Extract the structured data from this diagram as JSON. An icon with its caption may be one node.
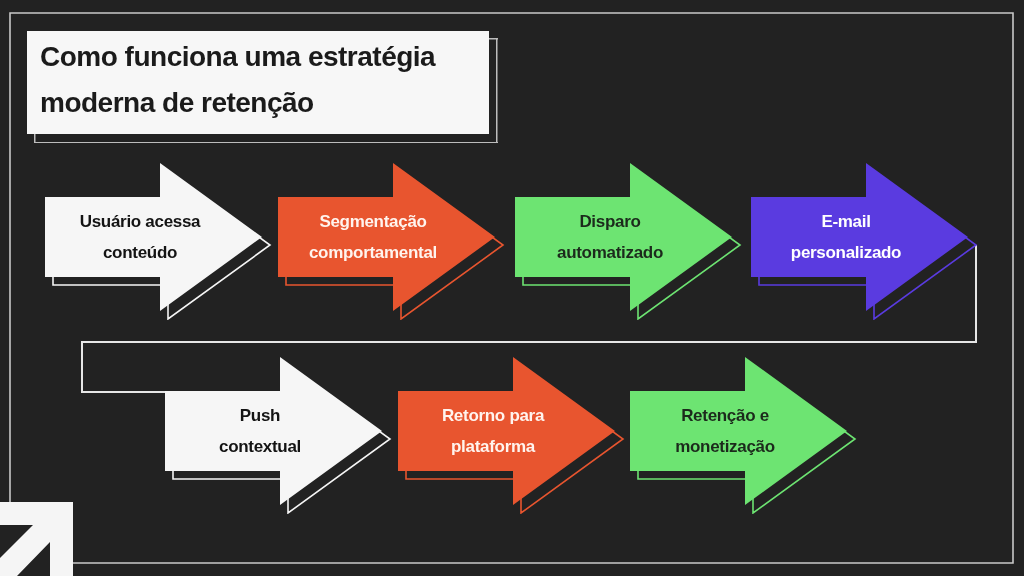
{
  "diagram": {
    "title": "Como funciona uma estratégia moderna de retenção",
    "nodes": [
      {
        "text": [
          "Usuário acessa conteúdo"
        ]
      },
      {
        "text": [
          "Segmentação comportamental"
        ]
      },
      {
        "text": [
          "Disparo automatizado"
        ]
      },
      {
        "text": [
          "E-mail personalizado"
        ]
      },
      {
        "text": [
          "Push contextual"
        ]
      },
      {
        "text": [
          "Retorno para plataforma"
        ]
      },
      {
        "text": [
          "Retenção e monetização"
        ]
      }
    ],
    "edges": [
      {
        "from": 3,
        "to": 4,
        "arrow": "none"
      }
    ]
  }
}
